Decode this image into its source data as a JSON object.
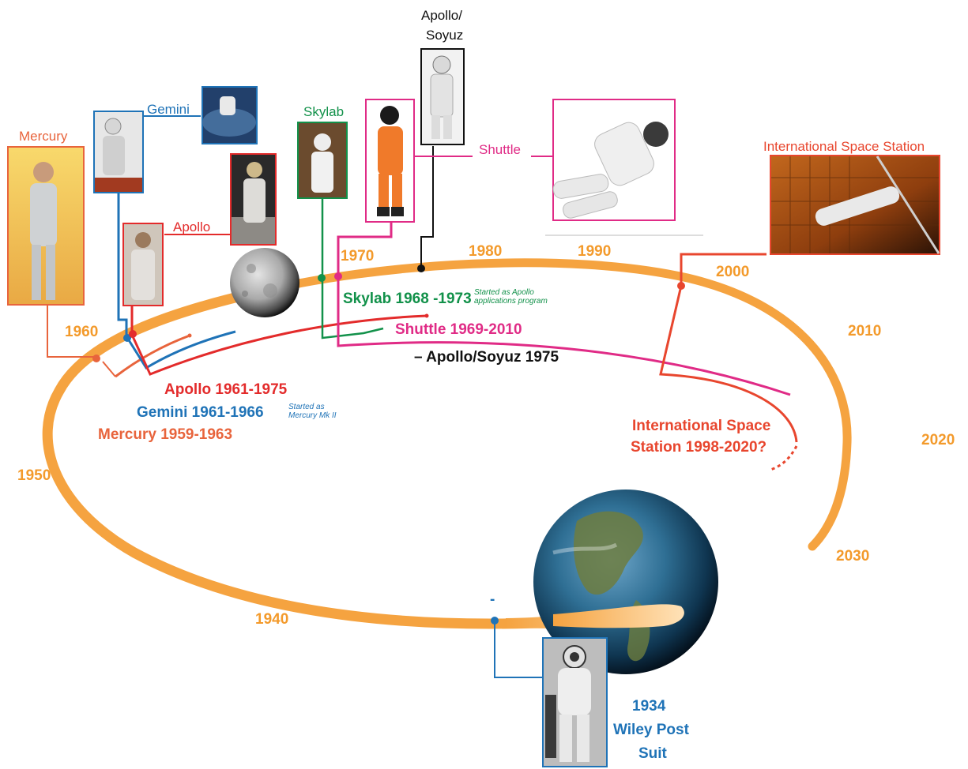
{
  "years": [
    "1940",
    "1950",
    "1960",
    "1970",
    "1980",
    "1990",
    "2000",
    "2010",
    "2020",
    "2030"
  ],
  "programs": {
    "mercury": {
      "label": "Mercury",
      "range": "Mercury 1959-1963",
      "color": "#e8643c"
    },
    "gemini": {
      "label": "Gemini",
      "range": "Gemini 1961-1966",
      "note_line1": "Started as",
      "note_line2": "Mercury Mk II",
      "color": "#1f73b7"
    },
    "apollo": {
      "label": "Apollo",
      "range": "Apollo 1961-1975",
      "color": "#e32b2b"
    },
    "skylab": {
      "label": "Skylab",
      "range": "Skylab 1968 -1973",
      "note_line1": "Started as Apollo",
      "note_line2": "applications program",
      "color": "#12914a"
    },
    "shuttle": {
      "label": "Shuttle",
      "range": "Shuttle 1969-2010",
      "color": "#e02b86"
    },
    "apollo_soyuz": {
      "label_line1": "Apollo/",
      "label_line2": "Soyuz",
      "range": "– Apollo/Soyuz 1975",
      "color": "#111111"
    },
    "iss": {
      "label": "International Space Station",
      "range_line1": "International Space",
      "range_line2": "Station 1998-2020?",
      "color": "#e8462e"
    },
    "wiley": {
      "line1": "1934",
      "line2": "Wiley Post",
      "line3": "Suit",
      "dash": "-",
      "color": "#1f73b7"
    }
  },
  "colors": {
    "orbit": "#f5a340",
    "year_text": "#f39a2b"
  },
  "icons": [
    "moon-icon",
    "earth-icon",
    "astronaut-photo"
  ]
}
